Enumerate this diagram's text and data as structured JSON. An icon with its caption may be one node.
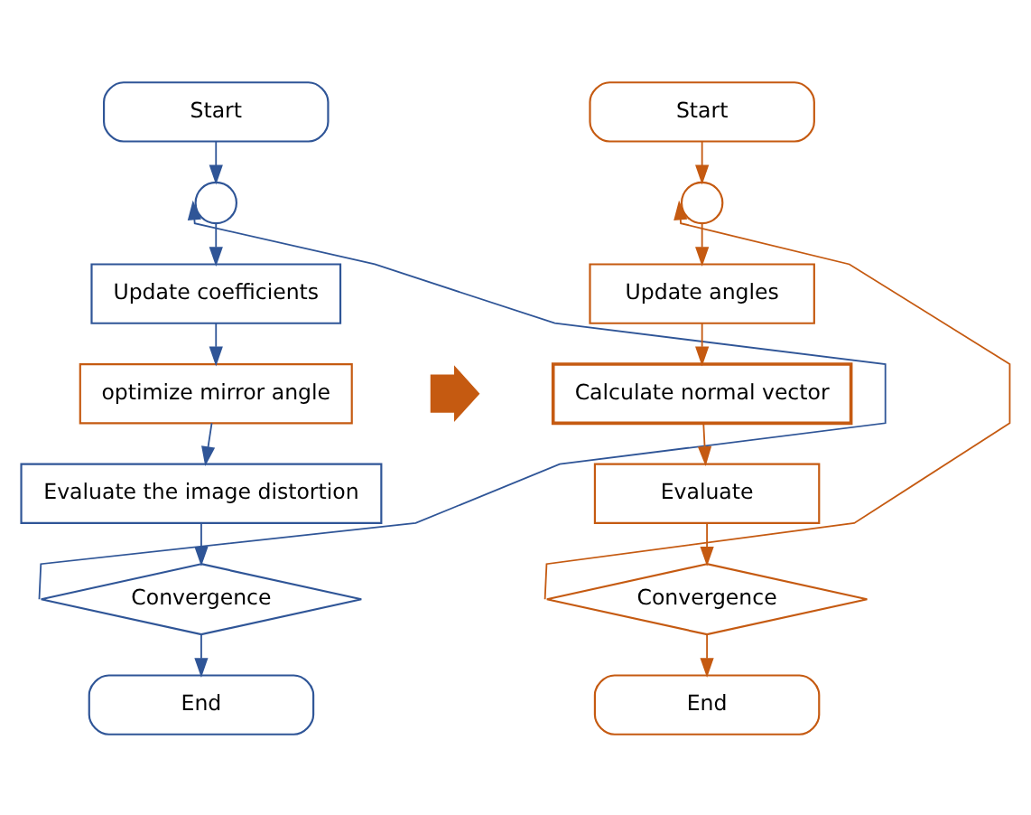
{
  "diagram": {
    "nodes": [
      {
        "text": [
          "Start"
        ]
      },
      {
        "text": [],
        "shape": "circle"
      },
      {
        "text": [
          "Update coefficients"
        ]
      },
      {
        "text": [
          "optimize mirror angle"
        ]
      },
      {
        "text": [
          "Evaluate the image distortion"
        ]
      },
      {
        "text": [
          "Convergence"
        ]
      },
      {
        "text": [
          "End"
        ]
      },
      {
        "text": [],
        "shape": "arrow"
      },
      {
        "text": [
          "Start"
        ]
      },
      {
        "text": [],
        "shape": "circle"
      },
      {
        "text": [
          "Update angles"
        ]
      },
      {
        "text": [
          "Calculate normal vector"
        ]
      },
      {
        "text": [
          "Evaluate"
        ]
      },
      {
        "text": [
          "Convergence"
        ]
      },
      {
        "text": [
          "End"
        ]
      }
    ],
    "edges": [
      {
        "from": 0,
        "to": 1,
        "arrow": "to",
        "color": "#2f5597"
      },
      {
        "from": 1,
        "to": 2,
        "arrow": "to",
        "color": "#2f5597"
      },
      {
        "from": 2,
        "to": 3,
        "arrow": "to",
        "color": "#2f5597"
      },
      {
        "from": 3,
        "to": 4,
        "arrow": "to",
        "color": "#2f5597"
      },
      {
        "from": 4,
        "to": 5,
        "arrow": "to",
        "color": "#2f5597"
      },
      {
        "from": 5,
        "to": 6,
        "arrow": "to",
        "color": "#2f5597"
      },
      {
        "from": 5,
        "to": 1,
        "arrow": "to",
        "color": "#2f5597"
      },
      {
        "from": 8,
        "to": 9,
        "arrow": "to",
        "color": "#c55a11"
      },
      {
        "from": 9,
        "to": 10,
        "arrow": "to",
        "color": "#c55a11"
      },
      {
        "from": 10,
        "to": 11,
        "arrow": "to",
        "color": "#c55a11"
      },
      {
        "from": 11,
        "to": 12,
        "arrow": "to",
        "color": "#c55a11"
      },
      {
        "from": 12,
        "to": 13,
        "arrow": "to",
        "color": "#c55a11"
      },
      {
        "from": 13,
        "to": 14,
        "arrow": "to",
        "color": "#c55a11"
      },
      {
        "from": 13,
        "to": 9,
        "arrow": "to",
        "color": "#c55a11"
      }
    ]
  }
}
